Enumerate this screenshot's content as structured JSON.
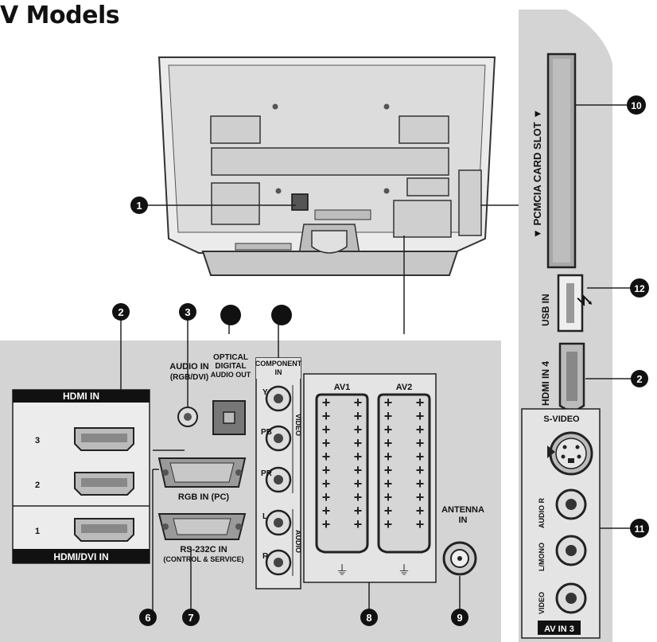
{
  "title": "V Models",
  "badges": {
    "b1": "1",
    "b2a": "2",
    "b2b": "2",
    "b3": "3",
    "b6": "6",
    "b7": "7",
    "b8": "8",
    "b9": "9",
    "b10": "10",
    "b11": "11",
    "b12": "12"
  },
  "labels": {
    "audio_in_1": "AUDIO IN",
    "audio_in_2": "(RGB/DVI)",
    "optical_1": "OPTICAL",
    "optical_2": "DIGITAL",
    "optical_3": "AUDIO OUT",
    "component_1": "COMPONENT",
    "component_2": "IN",
    "hdmi_in": "HDMI IN",
    "hdmi_dvi_in": "HDMI/DVI IN",
    "hdmi_3": "3",
    "hdmi_2": "2",
    "hdmi_1": "1",
    "rgb_in": "RGB IN (PC)",
    "rs232_1": "RS-232C IN",
    "rs232_2": "(CONTROL & SERVICE)",
    "comp_y": "Y",
    "comp_pb": "PB",
    "comp_pr": "PR",
    "comp_video": "VIDEO",
    "comp_l": "L",
    "comp_r": "R",
    "comp_audio": "AUDIO",
    "av1": "AV1",
    "av2": "AV2",
    "antenna_1": "ANTENNA",
    "antenna_2": "IN",
    "pcmcia": "▼ PCMCIA CARD SLOT ▼",
    "usb_in": "USB IN",
    "hdmi_in_4": "HDMI IN 4",
    "s_video": "S-VIDEO",
    "audio_r": "AUDIO R",
    "l_mono": "L/MONO",
    "video": "VIDEO",
    "av_in_3": "AV IN 3"
  },
  "colors": {
    "panel": "#d4d4d4",
    "badge": "#111111",
    "outline": "#222222"
  }
}
